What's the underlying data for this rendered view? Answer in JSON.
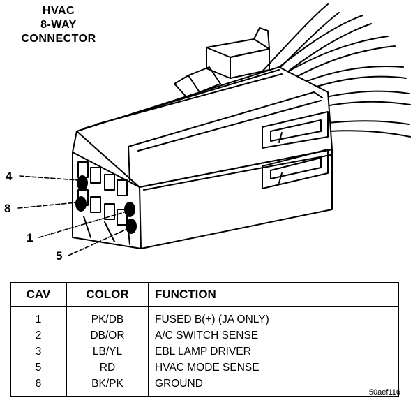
{
  "title": {
    "line1": "HVAC",
    "line2": "8-WAY",
    "line3": "CONNECTOR"
  },
  "pin_callouts": [
    "4",
    "8",
    "1",
    "5"
  ],
  "table": {
    "headers": {
      "cav": "CAV",
      "color": "COLOR",
      "function": "FUNCTION"
    },
    "rows": [
      {
        "cav": "1",
        "color": "PK/DB",
        "function": "FUSED B(+) (JA ONLY)"
      },
      {
        "cav": "2",
        "color": "DB/OR",
        "function": "A/C SWITCH SENSE"
      },
      {
        "cav": "3",
        "color": "LB/YL",
        "function": "EBL LAMP DRIVER"
      },
      {
        "cav": "5",
        "color": "RD",
        "function": "HVAC MODE SENSE"
      },
      {
        "cav": "8",
        "color": "BK/PK",
        "function": "GROUND"
      }
    ]
  },
  "figure_id": "50aef116"
}
